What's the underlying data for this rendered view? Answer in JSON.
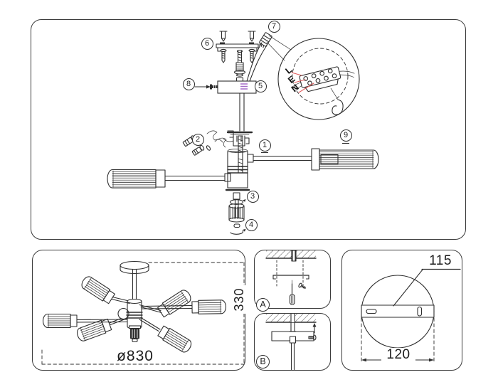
{
  "diagram": {
    "callouts": [
      "1",
      "2",
      "3",
      "4",
      "5",
      "6",
      "7",
      "8",
      "9"
    ],
    "wiring": {
      "live": "L",
      "earth": "E",
      "neutral": "N"
    }
  },
  "dimensions": {
    "fixture_diameter": "ø830",
    "fixture_height": "330",
    "bracket_length": "115",
    "canopy_diameter": "120"
  },
  "steps": {
    "a": "A",
    "b": "B"
  },
  "colors": {
    "line": "#2e2e2e",
    "wire_label_leader": "#e25d5d",
    "canopy_wire_marks": "#a66cc8"
  }
}
